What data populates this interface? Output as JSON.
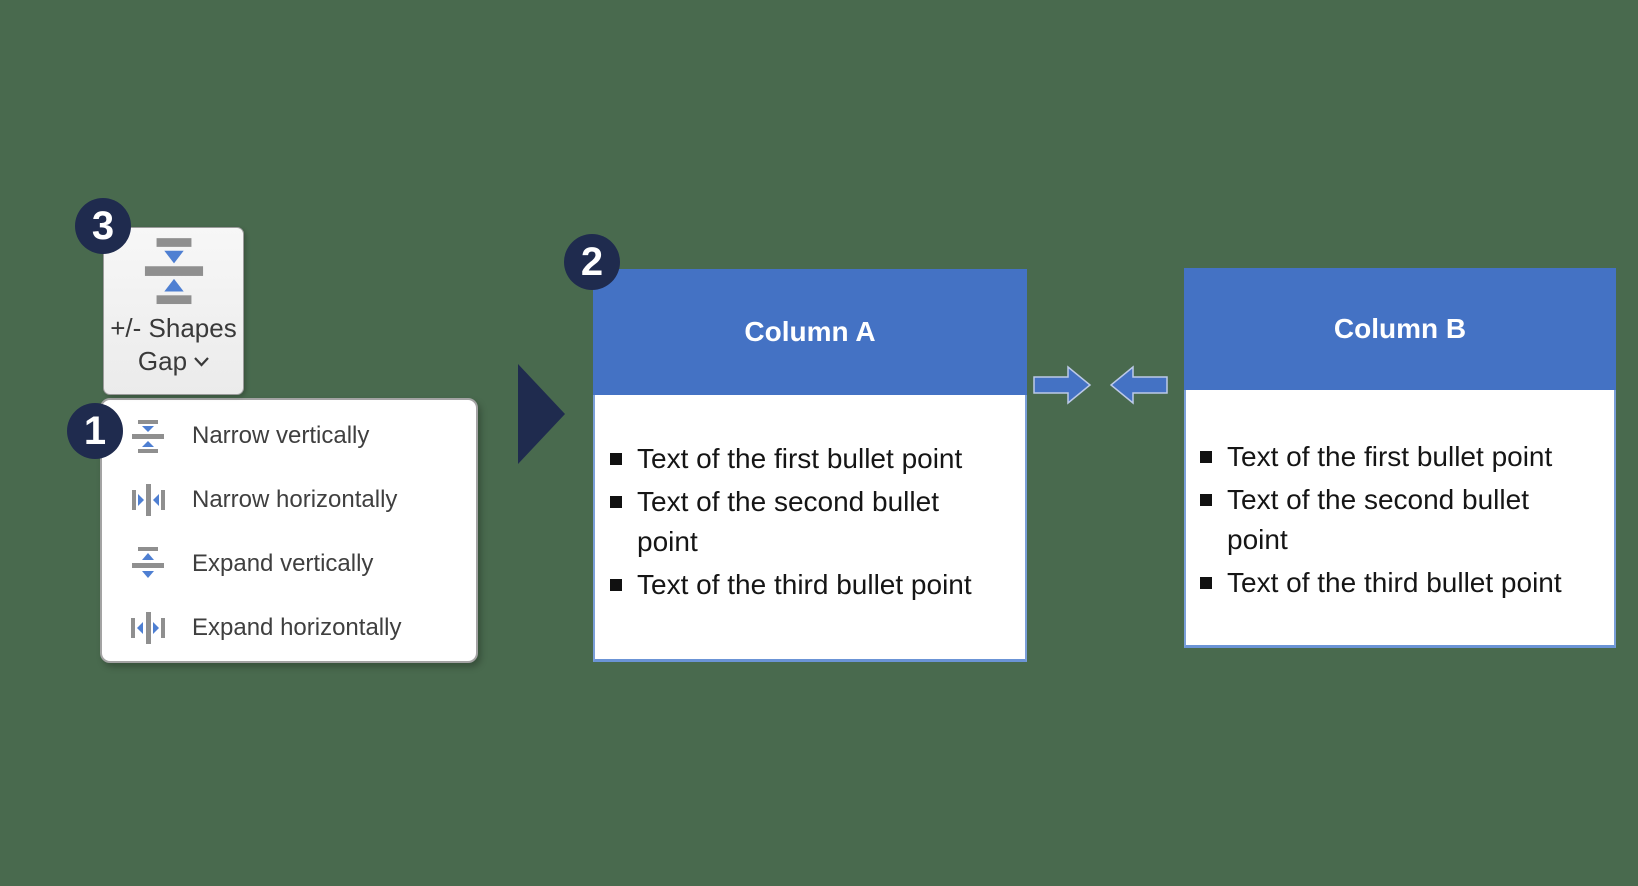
{
  "background_color": "#496a4e",
  "colors": {
    "accent_blue": "#4472c4",
    "navy_dark": "#1f2b4e",
    "icon_bar_gray": "#8f8f8f",
    "column_body_border": "#7b9fd8",
    "menu_text": "#3f3f3f"
  },
  "step_badges": {
    "step1": "1",
    "step2": "2",
    "step3": "3"
  },
  "gap_button": {
    "label_line1": "+/- Shapes",
    "label_line2": "Gap",
    "icon": "narrow-vertically-icon",
    "chevron_icon": "chevron-down-icon"
  },
  "menu": {
    "items": [
      {
        "label": "Narrow vertically",
        "icon": "narrow-vertically-icon"
      },
      {
        "label": "Narrow horizontally",
        "icon": "narrow-horizontally-icon"
      },
      {
        "label": "Expand vertically",
        "icon": "expand-vertically-icon"
      },
      {
        "label": "Expand horizontally",
        "icon": "expand-horizontally-icon"
      }
    ]
  },
  "pointer": {
    "icon": "play-triangle-icon"
  },
  "arrows": {
    "right_icon": "arrow-right-icon",
    "left_icon": "arrow-left-icon"
  },
  "columns": {
    "a": {
      "title": "Column A",
      "bullets": [
        "Text of the first bullet point",
        "Text of the second bullet point",
        "Text of the third bullet point"
      ]
    },
    "b": {
      "title": "Column B",
      "bullets": [
        "Text of the first bullet point",
        "Text of the second bullet point",
        "Text of the third bullet point"
      ]
    }
  }
}
